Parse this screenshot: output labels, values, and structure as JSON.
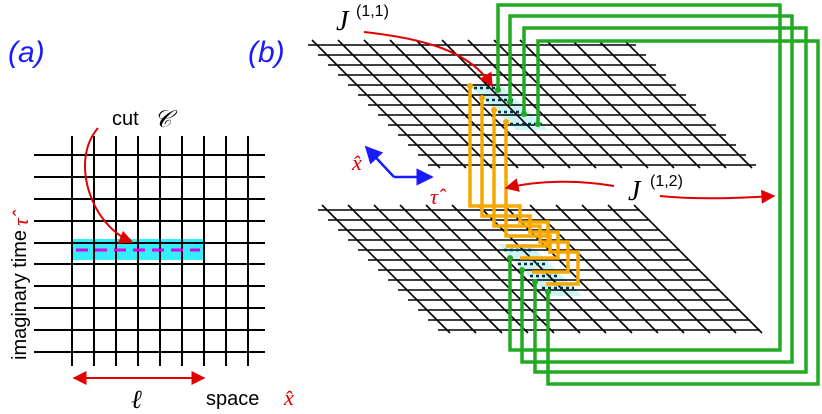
{
  "panel_a": {
    "tag": "(a)",
    "cut_label": "cut",
    "cut_symbol": "𝒞",
    "y_axis_label": "imaginary time",
    "y_axis_symbol": "τ̂",
    "x_axis_label": "space",
    "x_axis_symbol": "x̂",
    "length_symbol": "ℓ"
  },
  "panel_b": {
    "tag": "(b)",
    "j11_label": "J",
    "j11_sup": "(1,1)",
    "j12_label": "J",
    "j12_sup": "(1,2)",
    "x_hat": "x̂",
    "tau_hat": "τ̂"
  },
  "colors": {
    "tag_blue": "#1a1aff",
    "axis_red": "#e00000",
    "cut_cyan": "#33eeff",
    "cut_dash_magenta": "#e000e0",
    "region_light_cyan": "#cdf3f5",
    "loop_green": "#22aa22",
    "path_orange": "#f5a800",
    "grid_black": "#000000"
  }
}
